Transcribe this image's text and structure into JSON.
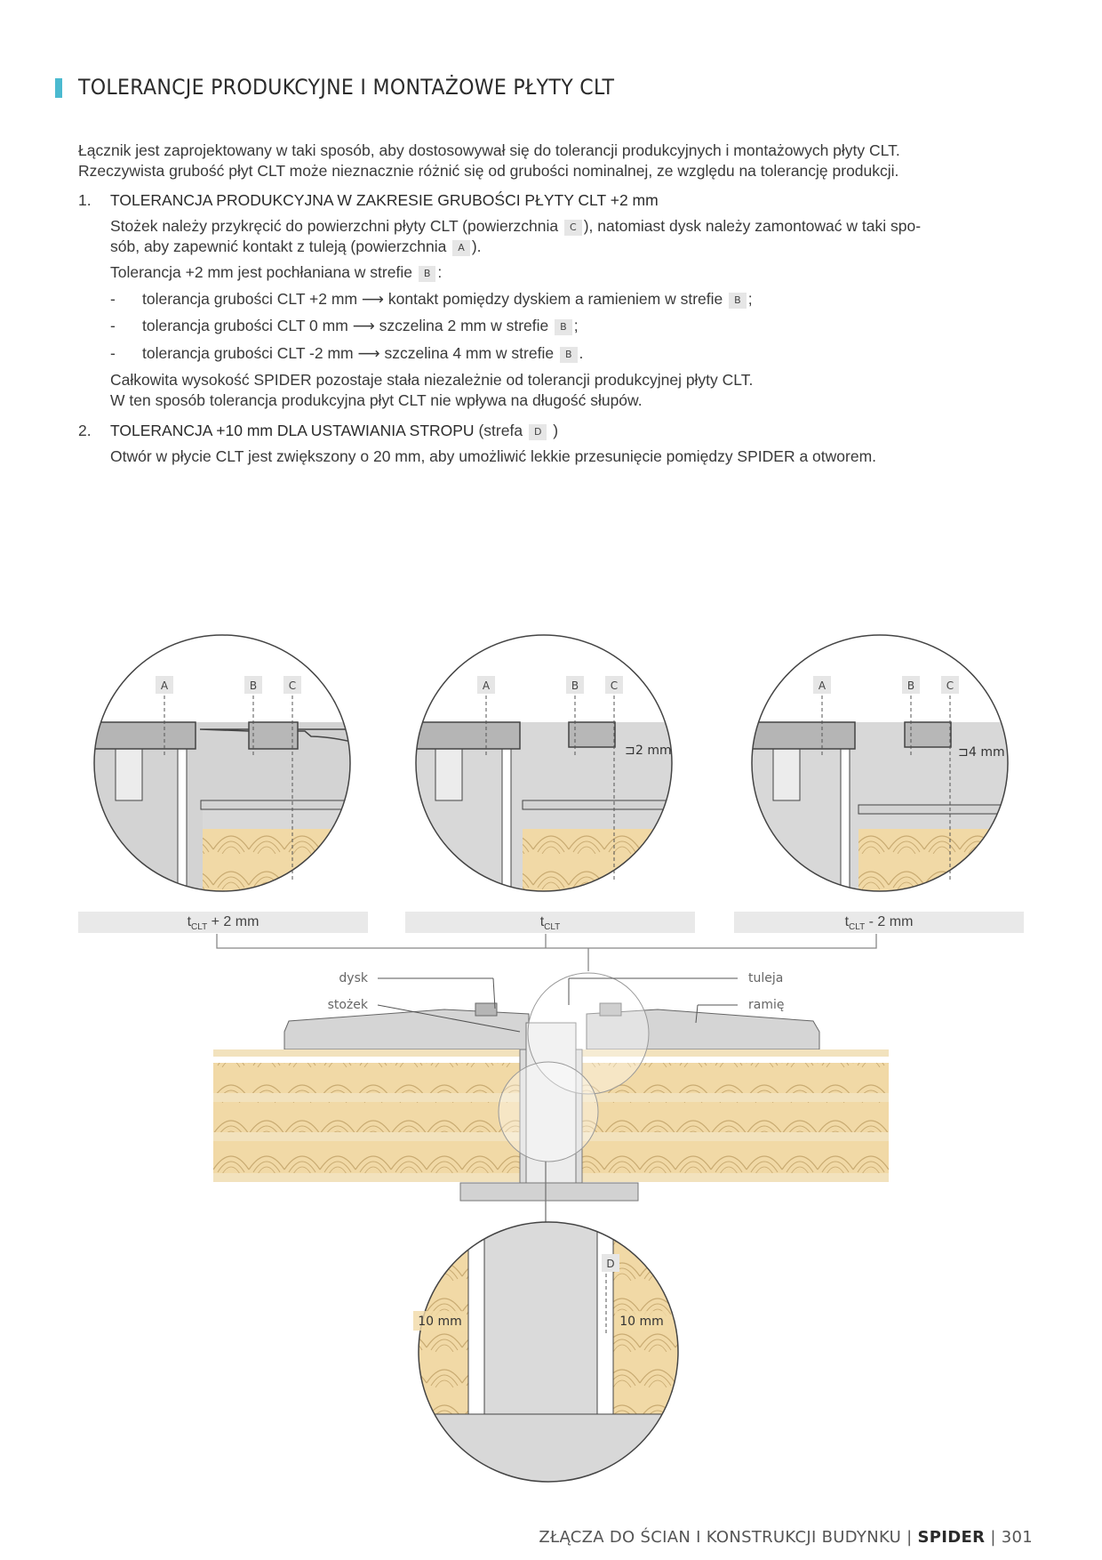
{
  "header": {
    "title": "TOLERANCJE PRODUKCYJNE I MONTAŻOWE PŁYTY CLT"
  },
  "intro": {
    "line1": "Łącznik jest zaprojektowany w taki sposób, aby dostosowywał się do tolerancji produkcyjnych i montażowych płyty CLT.",
    "line2": "Rzeczywista grubość płyt CLT może nieznacznie różnić się od grubości nominalnej, ze względu na tolerancję produkcji."
  },
  "item1": {
    "num": "1.",
    "heading": "TOLERANCJA PRODUKCYJNA W ZAKRESIE GRUBOŚCI PŁYTY CLT +2 mm",
    "p1a": "Stożek należy przykręcić do powierzchni płyty CLT (powierzchnia",
    "tagC": "C",
    "p1b": "), natomiast dysk należy zamontować w taki spo-",
    "p1c": "sób, aby zapewnić kontakt z tuleją (powierzchnia",
    "tagA": "A",
    "p1d": ").",
    "p2": "Tolerancja +2 mm jest pochłaniana w strefie",
    "tagB": "B",
    "p2end": ":",
    "dash": "-",
    "arrow": "⟶",
    "b1a": "tolerancja grubości CLT +2 mm",
    "b1b": "kontakt pomiędzy dyskiem a ramieniem w strefie",
    "b1end": ";",
    "b2a": "tolerancja grubości CLT 0 mm",
    "b2b": "szczelina 2 mm w strefie",
    "b2end": ";",
    "b3a": "tolerancja grubości CLT -2 mm",
    "b3b": "szczelina 4 mm w strefie",
    "b3end": ".",
    "p3": "Całkowita wysokość SPIDER pozostaje stała niezależnie od tolerancji produkcyjnej płyty CLT.",
    "p4": "W ten sposób tolerancja produkcyjna płyt CLT nie wpływa na długość słupów."
  },
  "item2": {
    "num": "2.",
    "heading": "TOLERANCJA +10 mm DLA USTAWIANIA STROPU",
    "paren_open": "(strefa",
    "tagD": "D",
    "paren_close": ")",
    "p1": "Otwór w płycie CLT jest zwiększony o 20 mm, aby umożliwić lekkie przesunięcie pomiędzy SPIDER a otworem."
  },
  "diagram": {
    "zoneA": "A",
    "zoneB": "B",
    "zoneC": "C",
    "zoneD": "D",
    "gap2": "2 mm",
    "gap4": "4 mm",
    "bar1_t": "t",
    "bar1_sub": "CLT",
    "bar1_rest": " + 2 mm",
    "bar2_t": "t",
    "bar2_sub": "CLT",
    "bar3_t": "t",
    "bar3_sub": "CLT",
    "bar3_rest": " - 2 mm",
    "lbl_dysk": "dysk",
    "lbl_stozek": "stożek",
    "lbl_tuleja": "tuleja",
    "lbl_ramie": "ramię",
    "dim_left": "10 mm",
    "dim_right": "10 mm"
  },
  "footer": {
    "section": "ZŁĄCZA DO ŚCIAN  I KONSTRUKCJI BUDYNKU",
    "sep": "|",
    "product": "SPIDER",
    "page": "301"
  }
}
